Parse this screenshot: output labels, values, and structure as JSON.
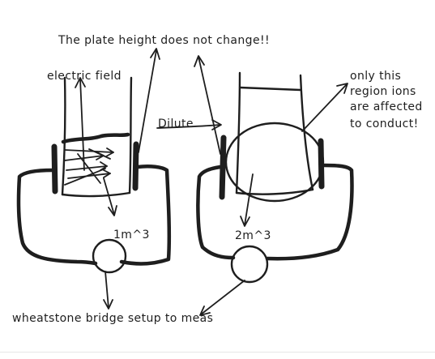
{
  "annotations": {
    "title": "The plate height does not change!!",
    "electric_field": "electric field",
    "dilute": "Dilute",
    "only_this_line1": "only this",
    "only_this_line2": "region ions",
    "only_this_line3": "are affected",
    "only_this_line4": "to conduct!",
    "volume_left": "1m^3",
    "volume_right": "2m^3",
    "wheatstone": "wheatstone bridge setup to meas"
  }
}
